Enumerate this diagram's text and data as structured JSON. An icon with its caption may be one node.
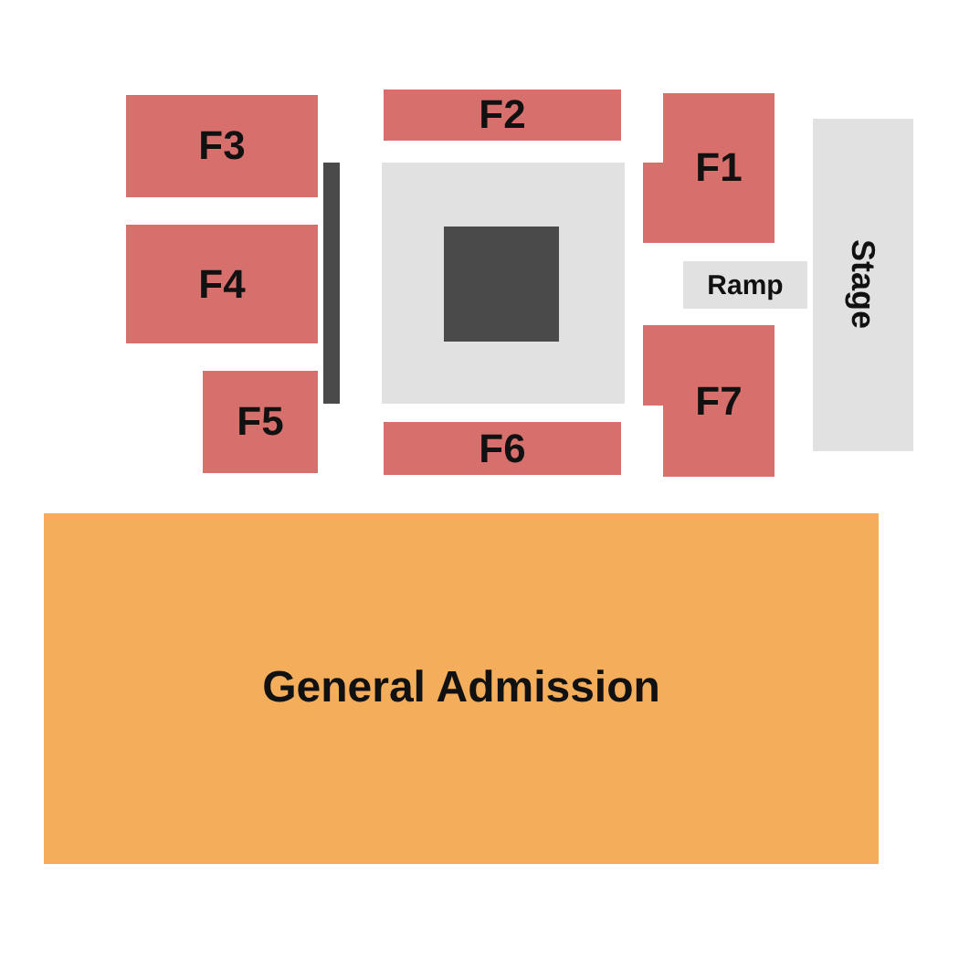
{
  "diagram": {
    "nodes": [
      {
        "text": [
          "F2"
        ]
      },
      {
        "text": [
          "F3"
        ]
      },
      {
        "text": [
          "F1"
        ]
      },
      {
        "text": [
          "Stage"
        ]
      },
      {
        "text": [
          "Ramp"
        ]
      },
      {
        "text": [
          "F4"
        ]
      },
      {
        "text": [
          "F7"
        ]
      },
      {
        "text": [
          "F5"
        ]
      },
      {
        "text": [
          "F6"
        ]
      },
      {
        "text": [
          "General Admission"
        ]
      }
    ]
  }
}
